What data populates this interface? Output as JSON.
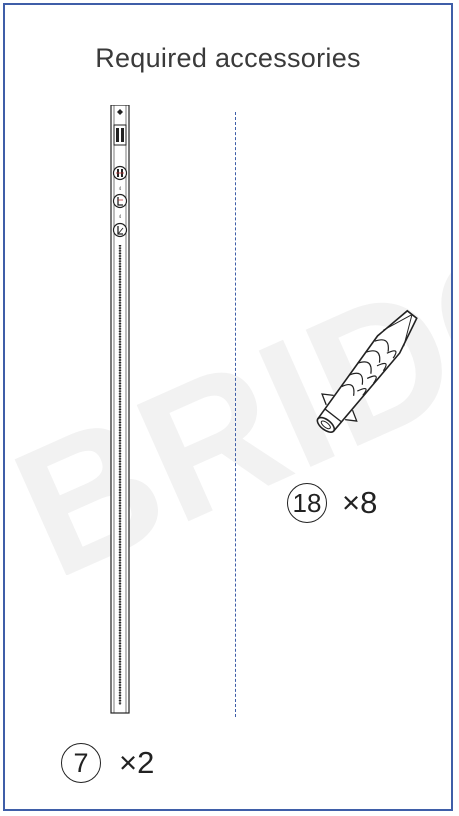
{
  "title": "Required accessories",
  "parts": [
    {
      "number": "7",
      "quantity": "×2",
      "icon": "fixing-strip-icon"
    },
    {
      "number": "18",
      "quantity": "×8",
      "icon": "wall-plug-icon"
    }
  ],
  "watermark": "BRIDGE",
  "colors": {
    "frame": "#3f5ea8",
    "divider": "#3f5ea8",
    "text": "#222222",
    "watermark": "#f2f2f2"
  }
}
